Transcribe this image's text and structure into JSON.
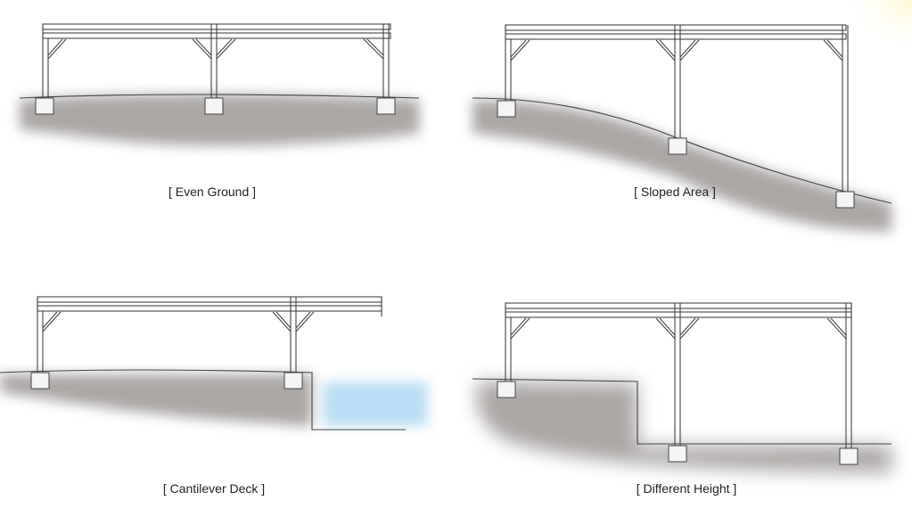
{
  "labels": {
    "even_ground": "[ Even Ground ]",
    "sloped_area": "[ Sloped Area ]",
    "cantilever_deck": "[ Cantilever Deck ]",
    "different_height": "[ Different Height ]"
  },
  "colors": {
    "ground": "#8f8a88",
    "water": "#a9d6f2",
    "line": "#444444"
  }
}
